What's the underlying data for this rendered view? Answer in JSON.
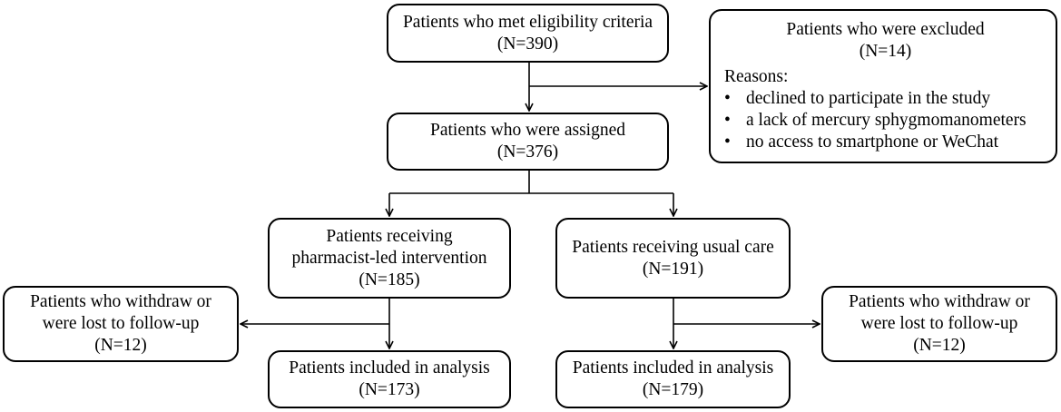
{
  "boxes": {
    "eligible": {
      "title": "Patients who met eligibility criteria",
      "count": "(N=390)"
    },
    "excluded": {
      "title": "Patients who were excluded",
      "count": "(N=14)",
      "reasons_label": "Reasons:",
      "reasons": [
        "declined to participate in the study",
        "a lack of mercury sphygmomanometers",
        "no access to smartphone or WeChat"
      ]
    },
    "assigned": {
      "title": "Patients who were assigned",
      "count": "(N=376)"
    },
    "pharmacist_arm": {
      "line1": "Patients receiving",
      "line2": "pharmacist-led intervention",
      "count": "(N=185)"
    },
    "usual_care_arm": {
      "title": "Patients receiving usual care",
      "count": "(N=191)"
    },
    "withdraw_left": {
      "line1": "Patients who withdraw or",
      "line2": "were lost to follow-up",
      "count": "(N=12)"
    },
    "withdraw_right": {
      "line1": "Patients who withdraw or",
      "line2": "were lost to follow-up",
      "count": "(N=12)"
    },
    "analysis_left": {
      "title": "Patients included in analysis",
      "count": "(N=173)"
    },
    "analysis_right": {
      "title": "Patients included in analysis",
      "count": "(N=179)"
    }
  },
  "colors": {
    "stroke": "#000000",
    "background": "#ffffff"
  }
}
